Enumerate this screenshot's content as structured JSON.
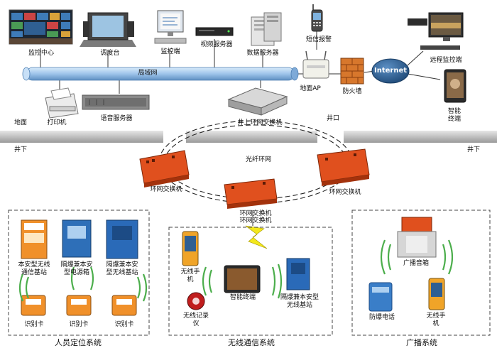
{
  "top": {
    "monitor_center": "监控中心",
    "dispatch_desk": "调度台",
    "monitor_terminal": "监控端",
    "video_server": "视频服务器",
    "data_server": "数据服务器",
    "sms_alarm": "短信报警",
    "lan": "局域网",
    "printer": "打印机",
    "voice_server": "语音服务器",
    "ground_ap": "地面AP",
    "firewall": "防火墙",
    "internet": "Internet",
    "remote_monitor": "远程监控端",
    "smart_terminal": "智能终端",
    "surface_left": "地面",
    "wellhead": "井口",
    "ring_switch_up": "井上环网交换机"
  },
  "underground": {
    "left": "井下",
    "right": "井下",
    "fiber_ring": "光纤环网",
    "ring_switch_left": "环网交换机",
    "ring_switch_mid": "环网交换机",
    "ring_switch_right": "环网交换机",
    "ring_switch_bottom": "环网交换机"
  },
  "personnel": {
    "title": "人员定位系统",
    "wireless_base": "本安型无线通信基站",
    "power_box": "隔爆兼本安型电源箱",
    "wireless_base2": "隔爆兼本安型无线基站",
    "id_card_1": "识别卡",
    "id_card_2": "识别卡",
    "id_card_3": "识别卡"
  },
  "wireless": {
    "title": "无线通信系统",
    "phone": "无线手机",
    "smart_terminal": "智能终端",
    "base_station": "隔爆兼本安型无线基站",
    "recorder": "无线记录仪"
  },
  "broadcast": {
    "title": "广播系统",
    "speaker": "广播音箱",
    "ex_phone": "防爆电话",
    "phone": "无线手机"
  },
  "colors": {
    "lan_pipe": "#9ec4ea",
    "device_orange": "#e0501e",
    "ground_bar": "#c9c9c9",
    "internet": "#2b5e8e",
    "firewall": "#d7772c"
  }
}
